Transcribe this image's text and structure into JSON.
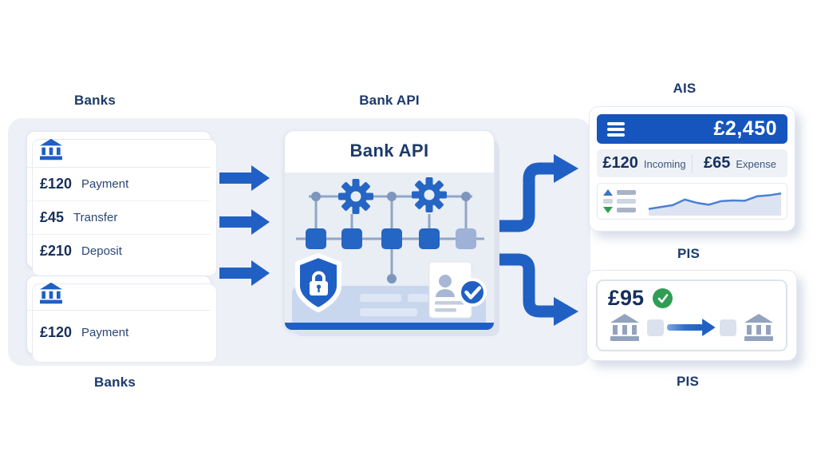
{
  "labels": {
    "banks_top": "Banks",
    "banks_bottom": "Banks",
    "bank_api_outer": "Bank API",
    "ais": "AIS",
    "pis_top": "PIS",
    "pis_bottom": "PIS"
  },
  "bank_card_1": {
    "transactions": [
      {
        "amount": "£120",
        "label": "Payment"
      },
      {
        "amount": "£45",
        "label": "Transfer"
      },
      {
        "amount": "£210",
        "label": "Deposit"
      }
    ]
  },
  "bank_card_2": {
    "transactions": [
      {
        "amount": "£120",
        "label": "Payment"
      }
    ]
  },
  "bank_api_card": {
    "title": "Bank API"
  },
  "ais_card": {
    "balance": "£2,450",
    "stats": [
      {
        "amount": "£120",
        "label": "Incoming"
      },
      {
        "amount": "£65",
        "label": "Expense"
      }
    ],
    "chart": {
      "type": "area",
      "values": [
        20,
        28,
        36,
        60,
        46,
        38,
        53,
        56,
        55,
        74,
        78,
        86
      ],
      "line_color": "#4a80d6",
      "fill_color": "#dde4f1"
    }
  },
  "pis_card": {
    "amount": "£95"
  },
  "colors": {
    "accent_blue": "#2060c4",
    "navy_text": "#1c3a6b",
    "green_check": "#2f9e55",
    "panel_bg": "#edf0f7"
  }
}
